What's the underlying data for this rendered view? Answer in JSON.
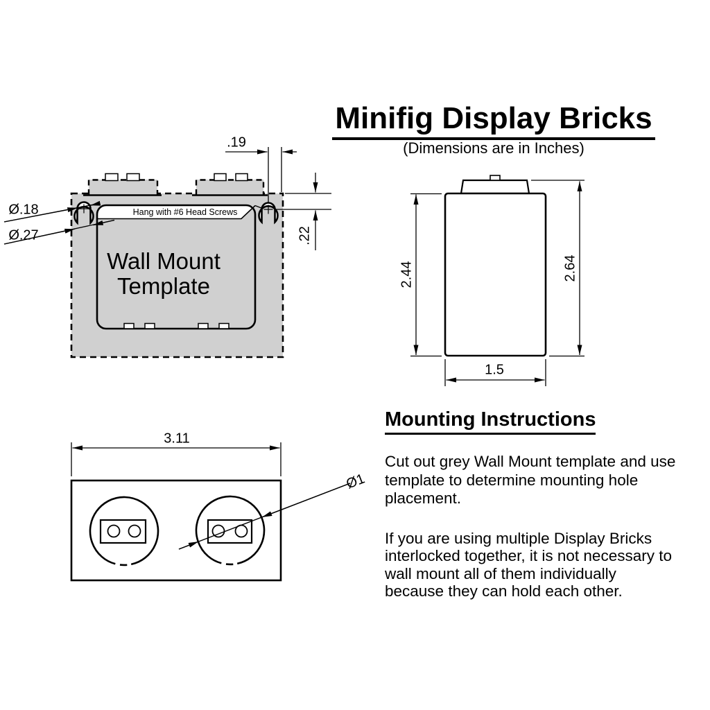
{
  "colors": {
    "template_fill": "#d0d0d0",
    "line": "#000000",
    "background": "#ffffff"
  },
  "title": {
    "text": "Minifig Display Bricks",
    "subtitle": "(Dimensions are in Inches)"
  },
  "wall_mount_template": {
    "banner_label": "Hang with #6 Head Screws",
    "center_label": "Wall Mount\nTemplate",
    "dims": {
      "hole_spacing_x": ".19",
      "hole_offset_y": ".22",
      "hole_small_dia": "Ø.18",
      "hole_large_dia": "Ø.27"
    }
  },
  "side_view": {
    "dims": {
      "body_height": "2.44",
      "total_height": "2.64",
      "width": "1.5"
    }
  },
  "bottom_view": {
    "dims": {
      "overall_width": "3.11",
      "tube_dia": "Ø1"
    }
  },
  "instructions": {
    "heading": "Mounting Instructions",
    "para1_lines": [
      "Cut out grey Wall Mount template and use",
      "template to determine mounting hole",
      "placement."
    ],
    "para2_lines": [
      "If you are using multiple Display Bricks",
      "interlocked together, it is not necessary to",
      "wall mount all of them individually",
      "because they can hold each other."
    ]
  }
}
